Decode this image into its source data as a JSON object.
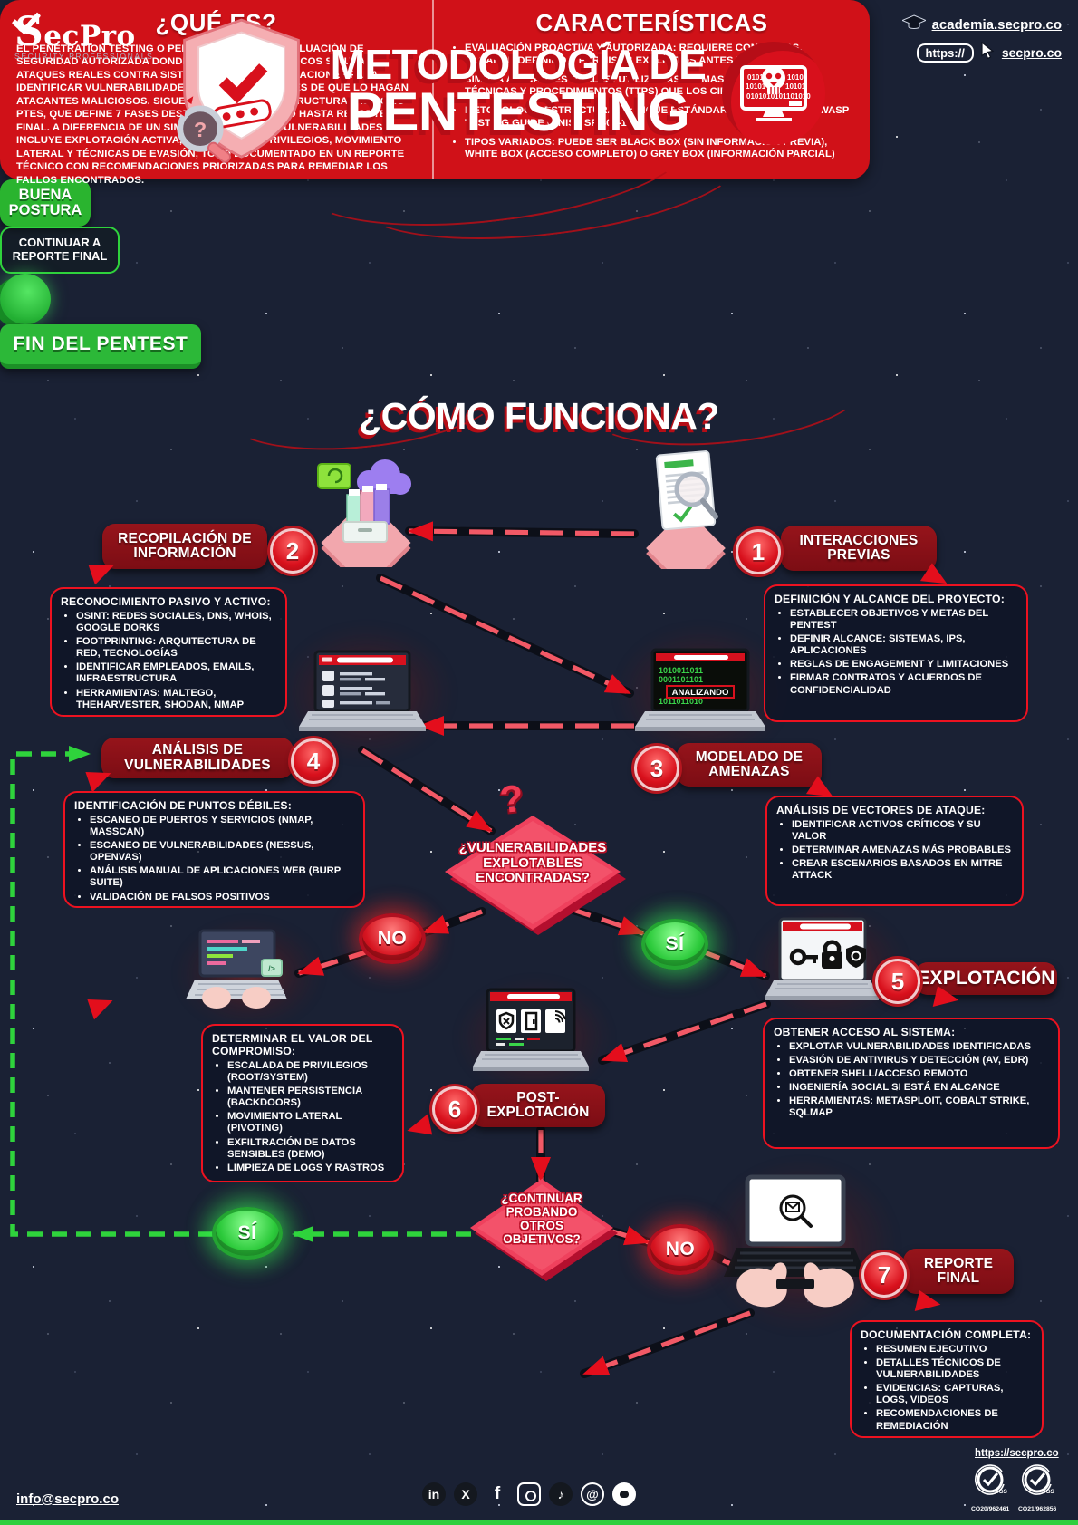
{
  "header": {
    "logo": {
      "name": "SecPro",
      "tagline": "SECURITY PROFESSIONALS"
    },
    "title_line1": "METODOLOGÍA DE",
    "title_line2": "PENTESTING",
    "academy": "academia.secpro.co",
    "protocol": "https://",
    "site": "secpro.co"
  },
  "intro": {
    "what": {
      "title": "¿QUÉ ES?",
      "body": "EL PENETRATION TESTING O PENTESTING ES UNA EVALUACIÓN DE SEGURIDAD AUTORIZADA DONDE PROFESIONALES ÉTICOS SIMULAN ATAQUES REALES CONTRA SISTEMAS, REDES O APLICACIONES PARA IDENTIFICAR VULNERABILIDADES EXPLOTABLES ANTES DE QUE LO HAGAN ATACANTES MALICIOSOS. SIGUE METODOLOGÍAS ESTRUCTURADAS COMO PTES, QUE DEFINE 7 FASES DESDE RECONOCIMIENTO HASTA REPORTE FINAL. A DIFERENCIA DE UN SIMPLE ESCANEO DE VULNERABILIDADES, INCLUYE EXPLOTACIÓN ACTIVA, ESCALADA DE PRIVILEGIOS, MOVIMIENTO LATERAL Y TÉCNICAS DE EVASIÓN, TODO DOCUMENTADO EN UN REPORTE TÉCNICO CON RECOMENDACIONES PRIORIZADAS PARA REMEDIAR LOS FALLOS ENCONTRADOS."
    },
    "features": {
      "title": "CARACTERÍSTICAS",
      "items": [
        "EVALUACIÓN PROACTIVA Y AUTORIZADA:  REQUIERE CONTRATOS, ALCANCE DEFINIDO Y PERMISOS EXPLÍCITOS ANTES DE INICIAR",
        "SIMULA ATACANTES REALES: UTILIZA LAS MISMAS HERRAMIENTAS, TÉCNICAS Y PROCEDIMIENTOS (TTPS) QUE LOS CIBERCRIMINALES",
        "METODOLOGÍA ESTRUCTURADA: SIGUE ESTÁNDARES COMO PTES, OWASP TESTING GUIDE O NIST SP 800-115",
        "TIPOS VARIADOS: PUEDE SER BLACK BOX (SIN INFORMACIÓN PREVIA), WHITE BOX (ACCESO COMPLETO) O GREY BOX (INFORMACIÓN PARCIAL)"
      ]
    }
  },
  "how": {
    "title": "¿CÓMO FUNCIONA?"
  },
  "steps": [
    {
      "num": "1",
      "label": "INTERACCIONES PREVIAS",
      "box_title": "DEFINICIÓN Y ALCANCE DEL PROYECTO:",
      "bullets": [
        "ESTABLECER OBJETIVOS Y METAS DEL PENTEST",
        "DEFINIR ALCANCE: SISTEMAS, IPS, APLICACIONES",
        "REGLAS DE ENGAGEMENT Y LIMITACIONES",
        "FIRMAR CONTRATOS Y ACUERDOS DE CONFIDENCIALIDAD"
      ]
    },
    {
      "num": "2",
      "label": "RECOPILACIÓN DE INFORMACIÓN",
      "box_title": "RECONOCIMIENTO PASIVO Y ACTIVO:",
      "bullets": [
        "OSINT: REDES SOCIALES, DNS, WHOIS, GOOGLE DORKS",
        "FOOTPRINTING: ARQUITECTURA DE RED, TECNOLOGÍAS",
        "IDENTIFICAR EMPLEADOS, EMAILS, INFRAESTRUCTURA",
        "HERRAMIENTAS: MALTEGO, THEHARVESTER, SHODAN, NMAP"
      ]
    },
    {
      "num": "3",
      "label": "MODELADO DE AMENAZAS",
      "box_title": "ANÁLISIS DE VECTORES DE ATAQUE:",
      "bullets": [
        "IDENTIFICAR ACTIVOS CRÍTICOS Y SU VALOR",
        "DETERMINAR AMENAZAS MÁS PROBABLES",
        "CREAR ESCENARIOS BASADOS EN MITRE ATTACK"
      ]
    },
    {
      "num": "4",
      "label": "ANÁLISIS DE VULNERABILIDADES",
      "box_title": "IDENTIFICACIÓN DE PUNTOS DÉBILES:",
      "bullets": [
        "ESCANEO DE PUERTOS Y SERVICIOS (NMAP, MASSCAN)",
        "ESCANEO DE VULNERABILIDADES (NESSUS, OPENVAS)",
        "ANÁLISIS MANUAL DE APLICACIONES WEB (BURP SUITE)",
        "VALIDACIÓN DE FALSOS POSITIVOS"
      ]
    },
    {
      "num": "5",
      "label": "EXPLOTACIÓN",
      "box_title": "OBTENER ACCESO AL SISTEMA:",
      "bullets": [
        "EXPLOTAR VULNERABILIDADES IDENTIFICADAS",
        "EVASIÓN DE ANTIVIRUS Y DETECCIÓN (AV, EDR)",
        "OBTENER SHELL/ACCESO REMOTO",
        "INGENIERÍA SOCIAL SI ESTÁ EN ALCANCE",
        "HERRAMIENTAS: METASPLOIT, COBALT STRIKE, SQLMAP"
      ]
    },
    {
      "num": "6",
      "label": "POST- EXPLOTACIÓN",
      "box_title": "DETERMINAR EL VALOR DEL COMPROMISO:",
      "bullets": [
        "ESCALADA DE PRIVILEGIOS (ROOT/SYSTEM)",
        "MANTENER PERSISTENCIA (BACKDOORS)",
        "MOVIMIENTO LATERAL (PIVOTING)",
        "EXFILTRACIÓN DE DATOS SENSIBLES (DEMO)",
        "LIMPIEZA DE LOGS Y RASTROS"
      ]
    },
    {
      "num": "7",
      "label": "REPORTE FINAL",
      "box_title": "DOCUMENTACIÓN COMPLETA:",
      "bullets": [
        "RESUMEN EJECUTIVO",
        "DETALLES TÉCNICOS DE VULNERABILIDADES",
        "EVIDENCIAS: CAPTURAS, LOGS, VIDEOS",
        "RECOMENDACIONES DE REMEDIACIÓN"
      ]
    }
  ],
  "flow": {
    "analyzing": "ANALIZANDO",
    "q_marker": "?",
    "decision1": {
      "question": "¿VULNERABILIDADES EXPLOTABLES ENCONTRADAS?",
      "no": "NO",
      "yes": "SÍ"
    },
    "decision2": {
      "question": "¿CONTINUAR PROBANDO OTROS OBJETIVOS?",
      "no": "NO",
      "yes": "SÍ"
    },
    "good_posture": "BUENA POSTURA",
    "continue_report": "CONTINUAR A REPORTE FINAL",
    "end_banner": "FIN DEL PENTEST"
  },
  "footer": {
    "email": "info@secpro.co",
    "site": "https://secpro.co",
    "cert_org": "SGS",
    "certs": [
      "CO20/962461",
      "CO21/962856"
    ],
    "social": [
      {
        "name": "linkedin",
        "glyph": "in"
      },
      {
        "name": "x",
        "glyph": "X"
      },
      {
        "name": "facebook",
        "glyph": "f"
      },
      {
        "name": "instagram",
        "glyph": ""
      },
      {
        "name": "tiktok",
        "glyph": "♪"
      },
      {
        "name": "threads",
        "glyph": "@"
      },
      {
        "name": "github",
        "glyph": ""
      }
    ]
  },
  "colors": {
    "accent_red": "#d8101c",
    "dark_red": "#8e1119",
    "green": "#2cb838",
    "bg": "#1a2134"
  }
}
